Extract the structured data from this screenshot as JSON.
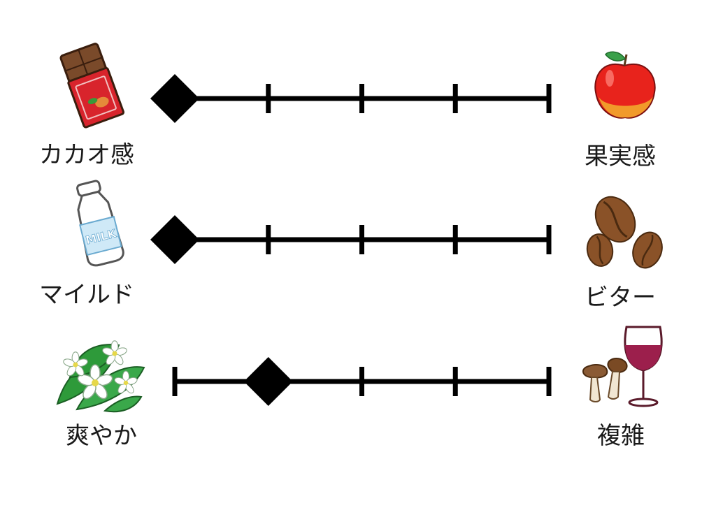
{
  "scales": [
    {
      "left_label": "カカオ感",
      "right_label": "果実感",
      "left_icon": "chocolate-bar-icon",
      "right_icon": "apple-icon",
      "steps": 5,
      "value": 1
    },
    {
      "left_label": "マイルド",
      "right_label": "ビター",
      "left_icon": "milk-bottle-icon",
      "right_icon": "coffee-beans-icon",
      "steps": 5,
      "value": 1
    },
    {
      "left_label": "爽やか",
      "right_label": "複雑",
      "left_icon": "white-flowers-icon",
      "right_icon": "wine-and-mushrooms-icon",
      "steps": 5,
      "value": 2
    }
  ],
  "icon_text": {
    "milk": "MILK"
  },
  "colors": {
    "line": "#000000",
    "marker": "#000000",
    "chocolate_wrapper": "#d8242c",
    "chocolate": "#7a4a2a",
    "apple": "#e8231c",
    "milk": "#cfe9f7",
    "coffee": "#8a5228",
    "leaf": "#2e9a3a",
    "wine": "#9c1f4c"
  }
}
